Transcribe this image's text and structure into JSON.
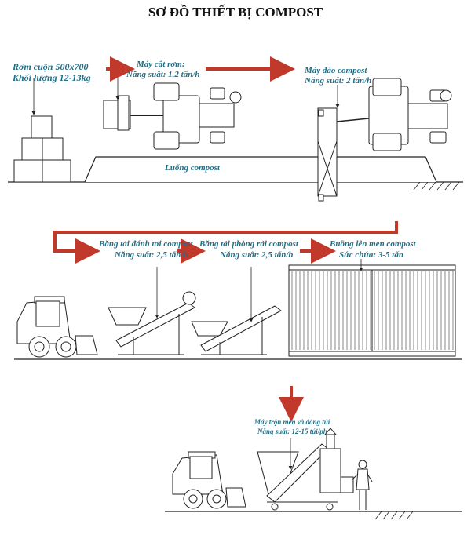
{
  "title": "SƠ ĐỒ THIẾT BỊ COMPOST",
  "colors": {
    "arrow": "#c0392b",
    "label": "#1f6e86",
    "line": "#222222"
  },
  "labels": {
    "bales_line1": "Rơm cuộn 500x700",
    "bales_line2": "Khối lượng 12-13kg",
    "cutter_line1": "Máy cắt rơm:",
    "cutter_line2": "Năng suất: 1,2 tấn/h",
    "turner_line1": "Máy đảo compost",
    "turner_line2": "Năng suất: 2 tấn/h",
    "windrow": "Luống compost",
    "conveyor1_line1": "Băng tải đánh tơi compost",
    "conveyor1_line2": "Năng suất: 2,5 tấn/h",
    "conveyor2_line1": "Băng tải phòng rải compost",
    "conveyor2_line2": "Năng suất: 2,5 tấn/h",
    "chamber_line1": "Buồng lên men compost",
    "chamber_line2": "Sức chứa: 3-5 tấn",
    "mixer_line1": "Máy trộn men và đóng túi",
    "mixer_line2": "Năng suất: 12-15 túi/ph"
  }
}
